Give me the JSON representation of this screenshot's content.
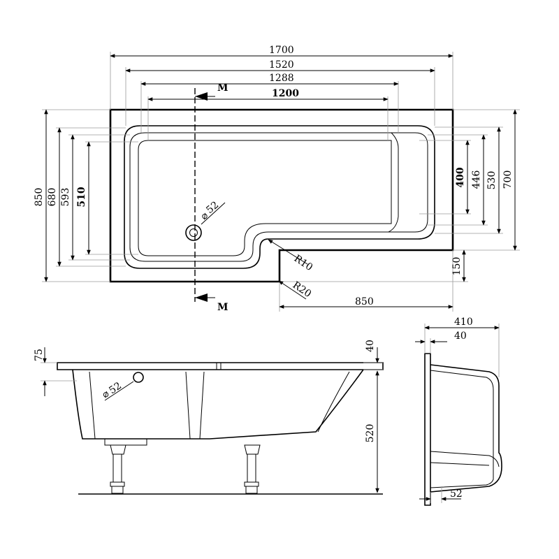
{
  "top_view": {
    "overall_length": "1700",
    "inner_length": "1520",
    "basin_length": "1288",
    "flat_base_length": "1200",
    "overall_width": "850",
    "width_680": "680",
    "width_593": "593",
    "width_510": "510",
    "narrow_width": "700",
    "narrow_530": "530",
    "narrow_446": "446",
    "narrow_400": "400",
    "step_depth": "150",
    "step_length": "850",
    "radius_inner": "R10",
    "radius_outer": "R20",
    "waste_diameter": "52",
    "section_marker": "M"
  },
  "side_view": {
    "rim_thickness": "75",
    "rim_40": "40",
    "height": "520",
    "waste_diameter": "52"
  },
  "end_view": {
    "depth": "410",
    "lip": "40",
    "foot": "52"
  }
}
